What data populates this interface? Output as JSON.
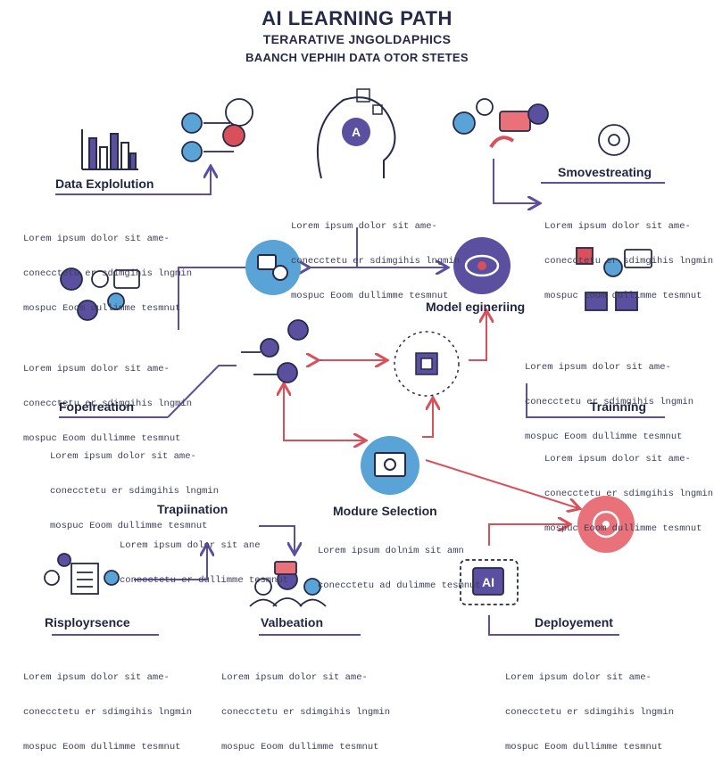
{
  "header": {
    "title": "AI LEARNING PATH",
    "subtitle": "TERARATIVE JNGOLDAPHICS",
    "tagline": "BAANCH VEPHIH DATA OTOR STETES"
  },
  "nodes": {
    "data_exploration": {
      "label": "Data Explolution",
      "text": [
        "Lorem ipsum dolor sit ame-",
        "conecctetu er sdimgihis lngmin",
        "mospuc Eoom dullimme tesmnut"
      ]
    },
    "center_top": {
      "text": [
        "Lorem ipsum dolor sit ame-",
        "conecctetu er sdimgihis lngmin",
        "mospuc Eoom dullimme tesmnut"
      ]
    },
    "smovestreating": {
      "label": "Smovestreating",
      "text": [
        "Lorem ipsum dolor sit ame-",
        "conecctetu er sdimgihis lngmin",
        "mospuc Eoom dullimme tesmnut"
      ]
    },
    "left_mid": {
      "text": [
        "Lorem ipsum dolor sit ame-",
        "conecctetu er sdimgihis lngmin",
        "mospuc Eoom dullimme tesmnut"
      ]
    },
    "model_engineering": {
      "label": "Model egineriing"
    },
    "right_mid": {
      "text": [
        "Lorem ipsum dolor sit ame-",
        "conecctetu er sdimgihis lngmin",
        "mospuc Eoom dullimme tesmnut"
      ]
    },
    "fopelreation": {
      "label": "Fopelreation",
      "text": [
        "Lorem ipsum dolor sit ame-",
        "conecctetu er sdimgihis lngmin",
        "mospuc Eoom dullimme tesmnut"
      ]
    },
    "training": {
      "label": "Trainning",
      "text": [
        "Lorem ipsum dolor sit ame-",
        "conecctetu er sdimgihis lngmin",
        "mospuc Eoom dullimme tesmnut"
      ]
    },
    "trapiination": {
      "label": "Trapiination",
      "text": [
        "Lorem ipsum dolor sit ane",
        "conecctetu er dullimme tesmnut"
      ]
    },
    "modure_selection": {
      "label": "Modure Selection",
      "text": [
        "Lorem ipsum dolnim sit amn",
        "conecctetu ad dulimme tesmnut"
      ]
    },
    "risployrsence": {
      "label": "Risployrsence",
      "text": [
        "Lorem ipsum dolor sit ame-",
        "conecctetu er sdimgihis lngmin",
        "mospuc Eoom dullimme tesmnut"
      ]
    },
    "valbeation": {
      "label": "Valbeation",
      "text": [
        "Lorem ipsum dolor sit ame-",
        "conecctetu er sdimgihis lngmin",
        "mospuc Eoom dullimme tesmnut"
      ]
    },
    "deployement": {
      "label": "Deployement",
      "text": [
        "Lorem ipsum dolor sit ame-",
        "conecctetu er sdimgihis lngmin",
        "mospuc Eoom dullimme tesmnut"
      ]
    }
  },
  "icon_text": {
    "head_badge": "A",
    "ai_chip": "AI"
  },
  "colors": {
    "purple": "#5b4fa0",
    "blue": "#5aa3d6",
    "red": "#d9505a",
    "navy": "#262a48",
    "coral": "#e8717a"
  }
}
